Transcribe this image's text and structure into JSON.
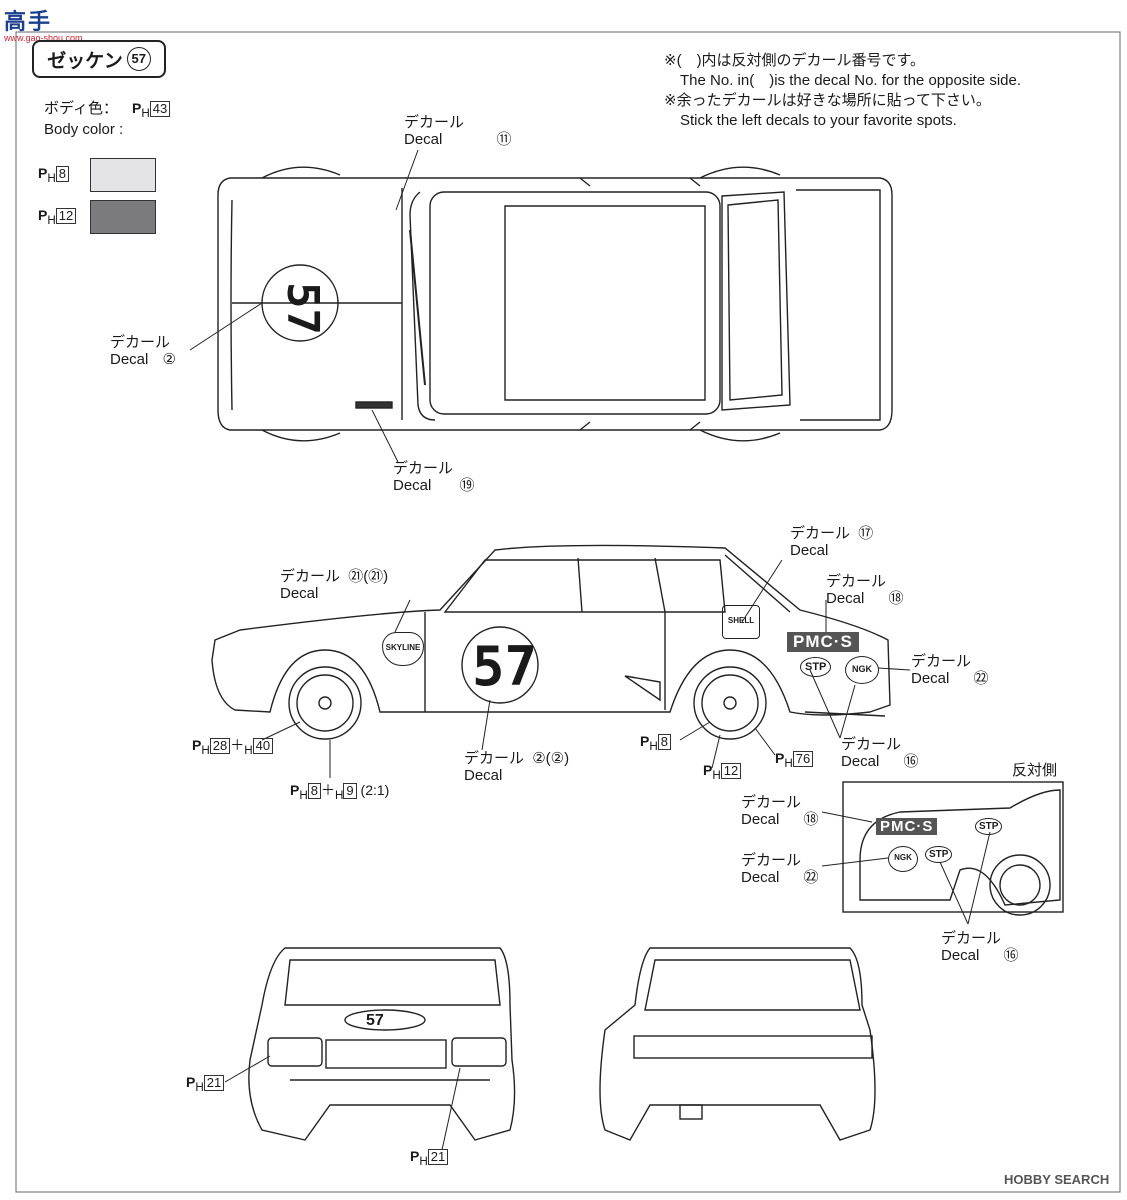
{
  "watermark": {
    "line1": "高手",
    "line2": "www.gao-shou.com"
  },
  "title": {
    "text": "ゼッケン",
    "number": "57"
  },
  "notes": [
    "※(　)内は反対側のデカール番号です。",
    "The No. in(　)is the decal No. for the opposite side.",
    "※余ったデカールは好きな場所に貼って下さい。",
    "Stick the left decals to your favorite spots."
  ],
  "body_color": {
    "jp": "ボディ色：",
    "en": "Body color :",
    "code": "43"
  },
  "swatches": [
    {
      "code": "8",
      "color": "#e4e4e6"
    },
    {
      "code": "12",
      "color": "#7b7b7d"
    }
  ],
  "decal_jp": "デカール",
  "decal_en": "Decal",
  "top_view": {
    "decal_11": "⑪",
    "decal_2": "②",
    "decal_19": "⑲",
    "number": "57"
  },
  "side_view": {
    "decal_21": "㉑(㉑)",
    "decal_2": "②(②)",
    "decal_17": "⑰",
    "decal_18": "⑱",
    "decal_22": "㉒",
    "decal_16": "⑯",
    "number": "57",
    "skyline": "SKYLINE",
    "shell": "SHELL",
    "pmcs": "PMC·S",
    "stp": "STP",
    "ngk": "NGK",
    "paint_front_tire_a": "28",
    "paint_front_tire_b": "40",
    "paint_wheel_a": "8",
    "paint_wheel_b": "9",
    "paint_wheel_ratio": "(2:1)",
    "paint_rear_8": "8",
    "paint_rear_12": "12",
    "paint_rear_76": "76"
  },
  "opposite": {
    "label": "反対側",
    "decal_18": "⑱",
    "decal_22": "㉒",
    "decal_16": "⑯"
  },
  "front_view": {
    "number": "57",
    "paint_a": "21",
    "paint_b": "21"
  },
  "footer": {
    "brand": "HOBBY SEARCH"
  }
}
